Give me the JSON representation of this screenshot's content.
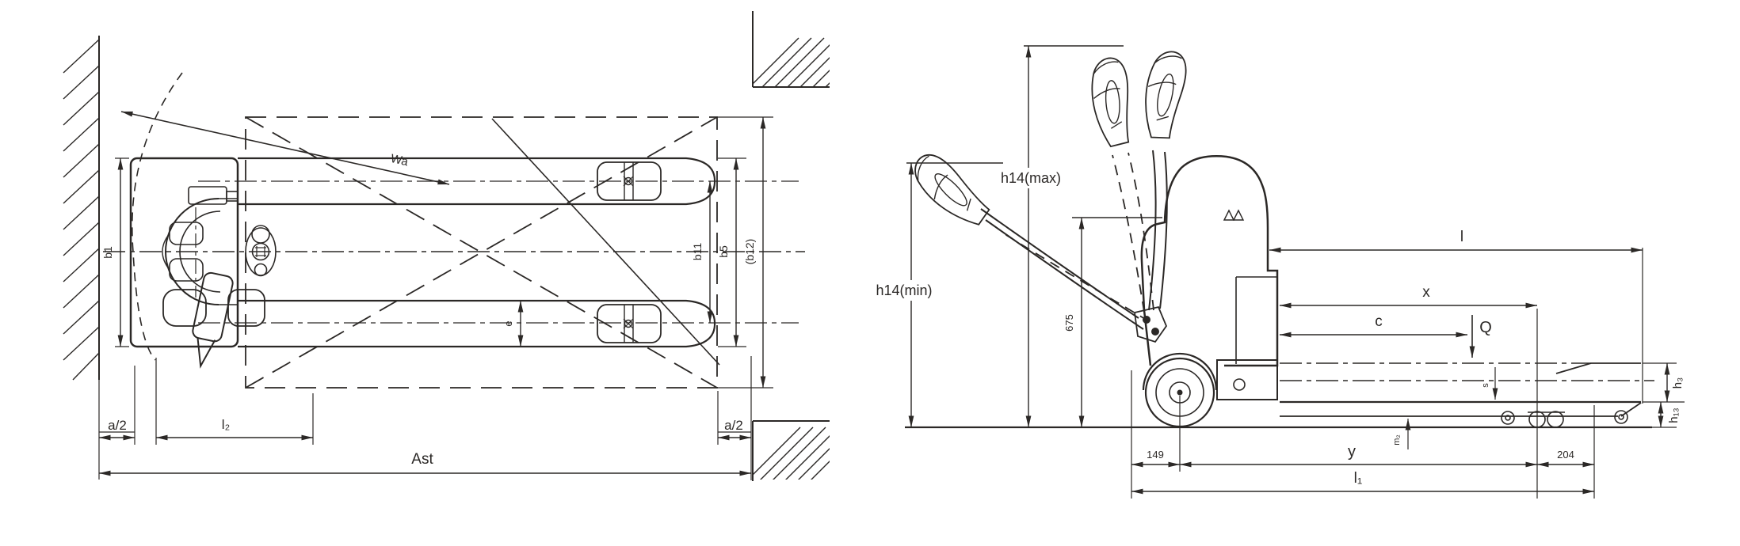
{
  "top_view": {
    "dims": {
      "b1": "b1",
      "e": "e",
      "b11": "b11",
      "b5": "b5",
      "b12": "(b12)",
      "a2_left": "a/2",
      "l2": "l₂",
      "a2_right": "a/2",
      "ast": "Ast",
      "wa": "Wa"
    }
  },
  "side_view": {
    "dims": {
      "h14_max": "h14(max)",
      "h14_min": "h14(min)",
      "d675": "675",
      "l": "l",
      "x": "x",
      "c": "c",
      "q": "Q",
      "s": "s",
      "m2": "m₂",
      "y": "y",
      "d149": "149",
      "d204": "204",
      "l1": "l₁",
      "h3": "h₃",
      "h13": "h₁₃"
    }
  },
  "colors": {
    "ink": "#2b2826",
    "paper": "#ffffff"
  }
}
